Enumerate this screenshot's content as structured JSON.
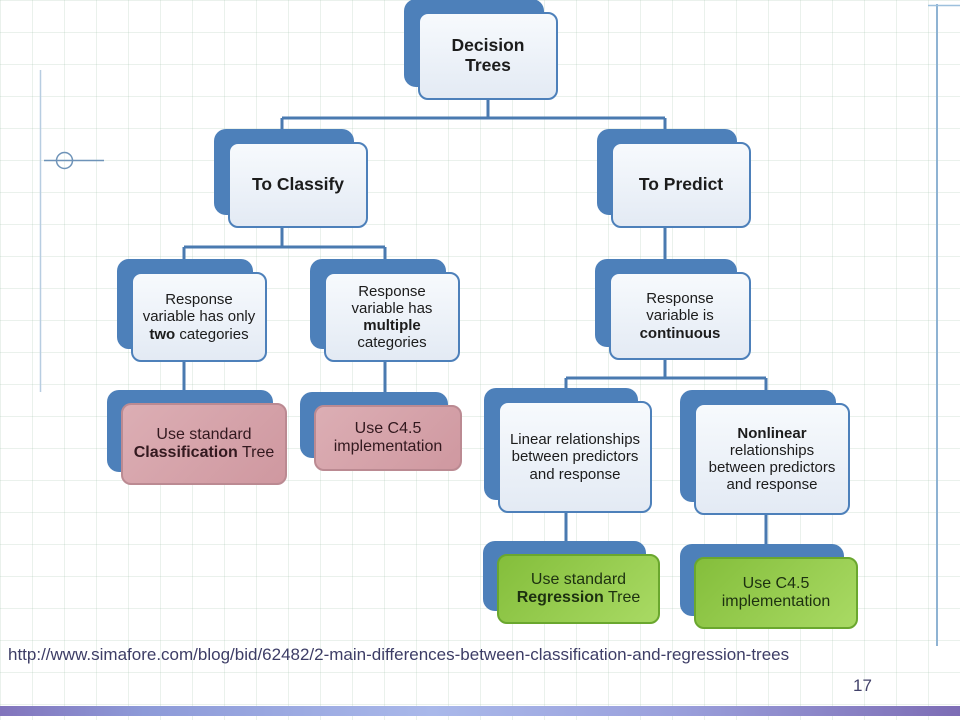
{
  "slide": {
    "source_url": "http://www.simafore.com/blog/bid/62482/2-main-differences-between-classification-and-regression-trees",
    "page_number": "17"
  },
  "colors": {
    "node_accent_blue": "#4d80ba",
    "connector_blue": "#4a7ab0",
    "leaf_pink": "#d4a0a7",
    "leaf_green": "#93c94c",
    "url_text": "#3d3d66",
    "bottom_bar_purple": "#8274bc",
    "bottom_bar_blue": "#a9b8ea"
  },
  "diagram": {
    "title_node": {
      "pre": "Decision Trees",
      "bold": "",
      "post": ""
    },
    "classify_node": {
      "pre": "To Classify",
      "bold": "",
      "post": ""
    },
    "predict_node": {
      "pre": "To Predict",
      "bold": "",
      "post": ""
    },
    "two_categories_node": {
      "pre": "Response variable has only ",
      "bold": "two",
      "post": " categories"
    },
    "multiple_categories_node": {
      "pre": "Response variable has ",
      "bold": "multiple",
      "post": " categories"
    },
    "continuous_node": {
      "pre": "Response variable is ",
      "bold": "continuous",
      "post": ""
    },
    "classification_leaf": {
      "pre": "Use standard ",
      "bold": "Classification",
      "post": " Tree"
    },
    "c45_classification_leaf": {
      "pre": "Use C4.5 implementation",
      "bold": "",
      "post": ""
    },
    "linear_node": {
      "pre": "Linear relationships between predictors and response",
      "bold": "",
      "post": ""
    },
    "nonlinear_node": {
      "pre": "",
      "bold": "Nonlinear",
      "post": " relationships between predictors and response"
    },
    "regression_leaf": {
      "pre": "Use standard ",
      "bold": "Regression",
      "post": " Tree"
    },
    "c45_regression_leaf": {
      "pre": "Use C4.5 implementation",
      "bold": "",
      "post": ""
    }
  }
}
